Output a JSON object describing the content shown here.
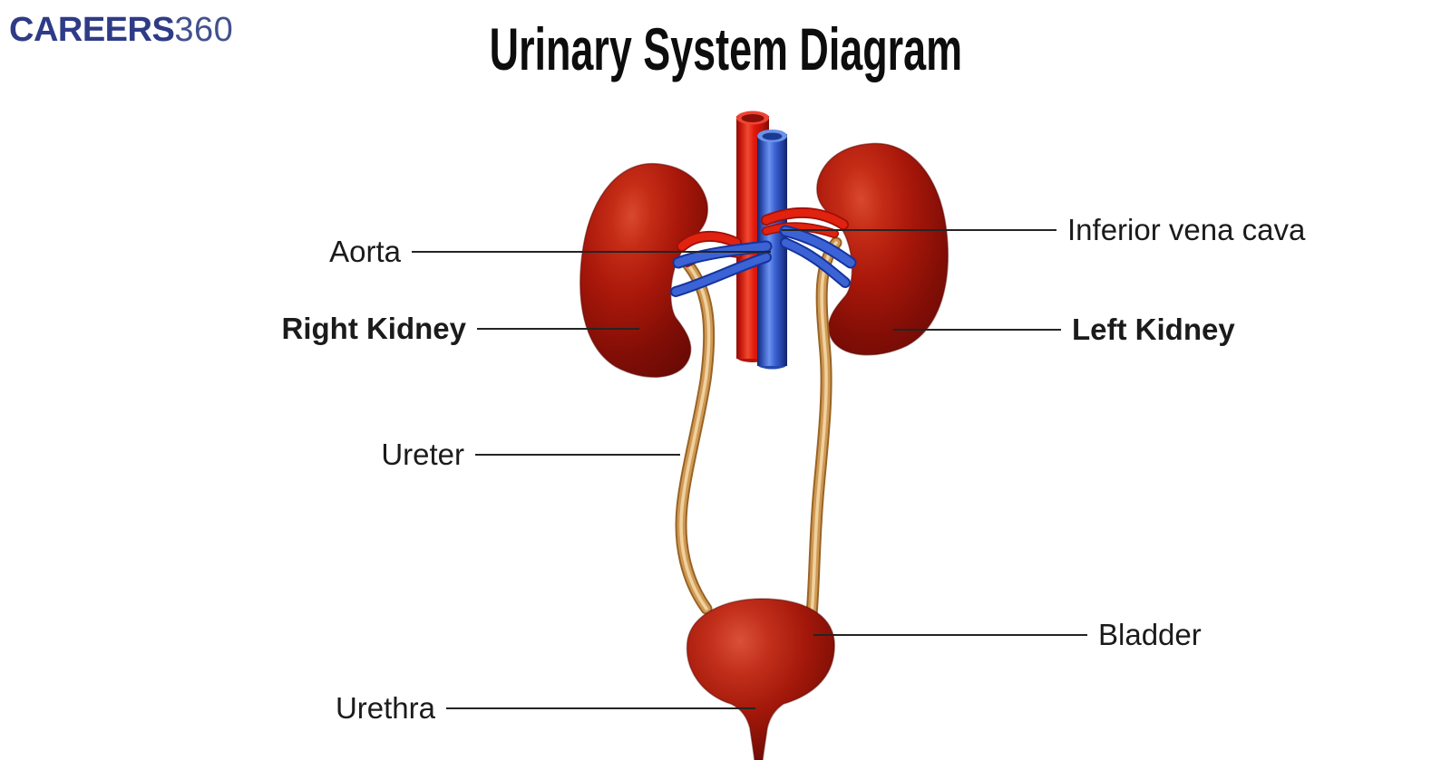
{
  "brand": {
    "text_bold": "CAREERS",
    "text_light": "360",
    "color_bold": "#2e3b87",
    "color_light": "#41508f"
  },
  "title": {
    "text": "Urinary System Diagram"
  },
  "diagram": {
    "type": "anatomy-diagram",
    "subject": "Urinary System",
    "labels": {
      "aorta": {
        "text": "Aorta",
        "side": "left"
      },
      "right_kidney": {
        "text": "Right Kidney",
        "side": "left"
      },
      "ureter": {
        "text": "Ureter",
        "side": "left"
      },
      "urethra": {
        "text": "Urethra",
        "side": "left"
      },
      "inferior_vena_cava": {
        "text": "Inferior vena cava",
        "side": "right"
      },
      "left_kidney": {
        "text": "Left Kidney",
        "side": "right"
      },
      "bladder": {
        "text": "Bladder",
        "side": "right"
      }
    },
    "colors": {
      "kidney": "#a8170a",
      "aorta_vessel": "#e2180d",
      "vena_cava_vessel": "#3a62d2",
      "ureter": "#cf9a56",
      "bladder": "#a3180a",
      "label_text": "#1b1b1b",
      "leader_line": "#242424"
    }
  }
}
